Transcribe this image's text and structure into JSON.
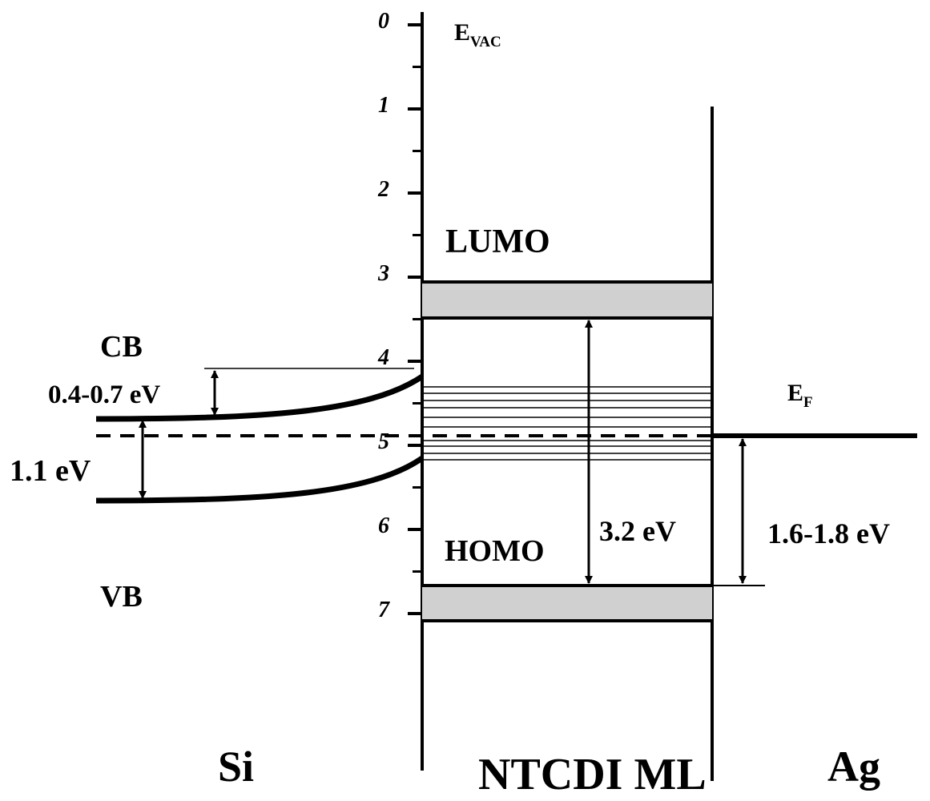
{
  "axis": {
    "ticks": [
      "0",
      "1",
      "2",
      "3",
      "4",
      "5",
      "6",
      "7"
    ],
    "unit_label": "E",
    "unit_sub": "VAC"
  },
  "regions": {
    "si": "Si",
    "organic": "NTCDI ML",
    "metal": "Ag"
  },
  "bands": {
    "cb": "CB",
    "vb": "VB",
    "lumo": "LUMO",
    "homo": "HOMO",
    "fermi_main": "E",
    "fermi_sub": "F"
  },
  "energies": {
    "band_bending": "0.4-0.7 eV",
    "si_gap": "1.1 eV",
    "homo_lumo_gap": "3.2 eV",
    "hole_injection": "1.6-1.8 eV"
  },
  "colors": {
    "band_fill": "#d0d0d0",
    "line": "#000000"
  }
}
